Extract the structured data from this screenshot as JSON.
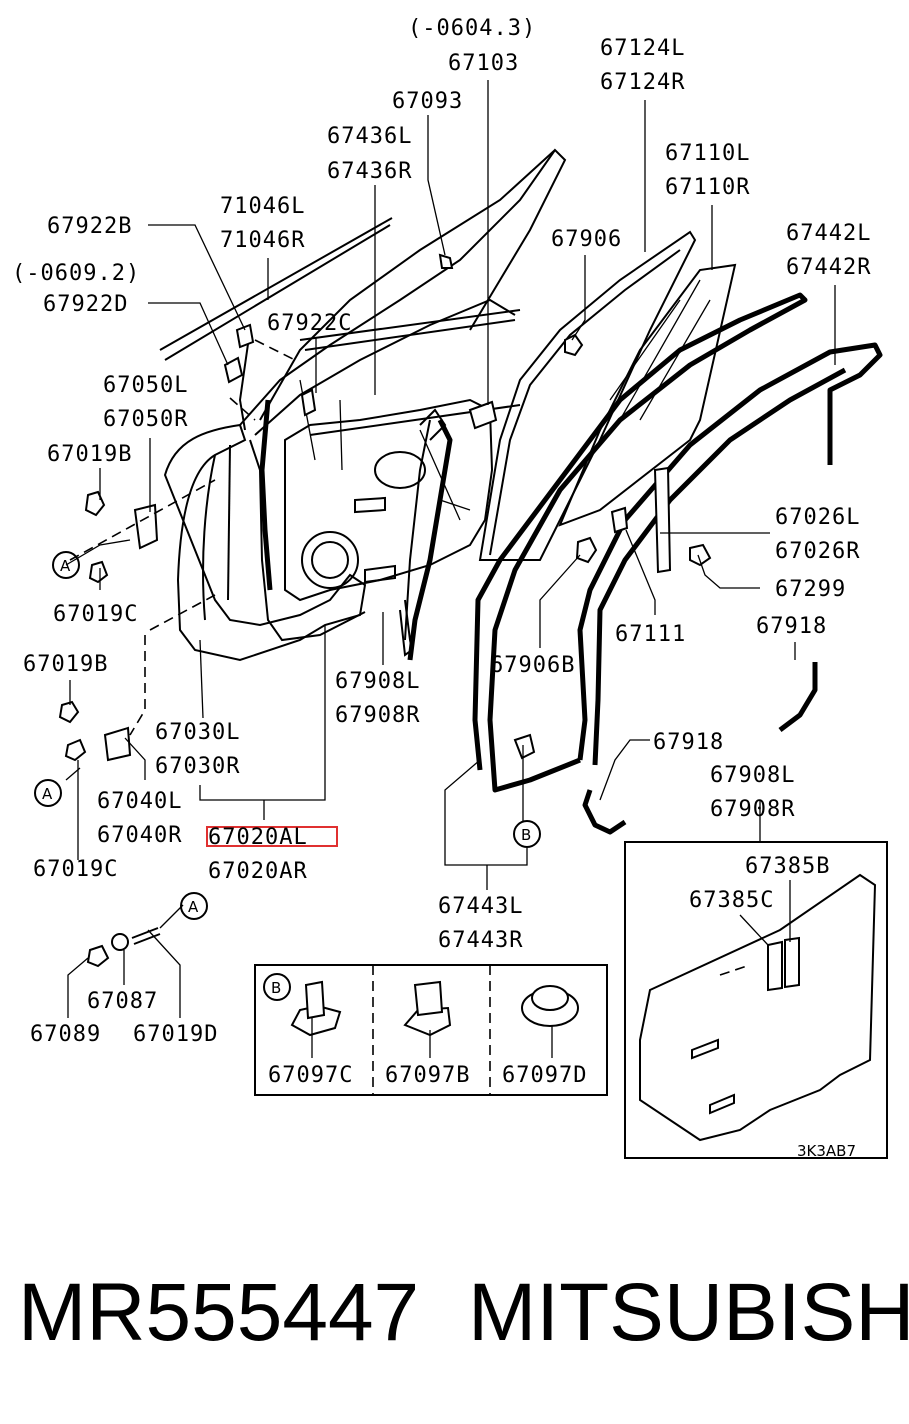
{
  "parts": {
    "p_0604": "(-0604.3)",
    "p_67103": "67103",
    "p_67124L": "67124L",
    "p_67124R": "67124R",
    "p_67093": "67093",
    "p_67436L": "67436L",
    "p_67436R": "67436R",
    "p_67110L": "67110L",
    "p_67110R": "67110R",
    "p_71046L": "71046L",
    "p_71046R": "71046R",
    "p_67922B": "67922B",
    "p_67906": "67906",
    "p_67442L": "67442L",
    "p_67442R": "67442R",
    "p_0609": "(-0609.2)",
    "p_67922D": "67922D",
    "p_67922C": "67922C",
    "p_67050L": "67050L",
    "p_67050R": "67050R",
    "p_67019B_a": "67019B",
    "p_67026L": "67026L",
    "p_67026R": "67026R",
    "p_67299": "67299",
    "p_67019C_a": "67019C",
    "p_67111": "67111",
    "p_67918_a": "67918",
    "p_67019B_b": "67019B",
    "p_67908L_a": "67908L",
    "p_67908R_a": "67908R",
    "p_67906B": "67906B",
    "p_67030L": "67030L",
    "p_67030R": "67030R",
    "p_67918_b": "67918",
    "p_67908L_b": "67908L",
    "p_67908R_b": "67908R",
    "p_67040L": "67040L",
    "p_67040R": "67040R",
    "p_67020AL": "67020AL",
    "p_67020AR": "67020AR",
    "p_67019C_b": "67019C",
    "p_67385B": "67385B",
    "p_67385C": "67385C",
    "p_67443L": "67443L",
    "p_67443R": "67443R",
    "p_67087": "67087",
    "p_67089": "67089",
    "p_67019D": "67019D",
    "p_67097C": "67097C",
    "p_67097B": "67097B",
    "p_67097D": "67097D"
  },
  "callouts": {
    "a1": "A",
    "a2": "A",
    "a3": "A",
    "b1": "B",
    "b2": "B"
  },
  "diagram_code": "3K3AB7",
  "footer": {
    "part_number": "MR555447",
    "brand": "MITSUBISHI"
  },
  "highlight_color": "#e03030"
}
